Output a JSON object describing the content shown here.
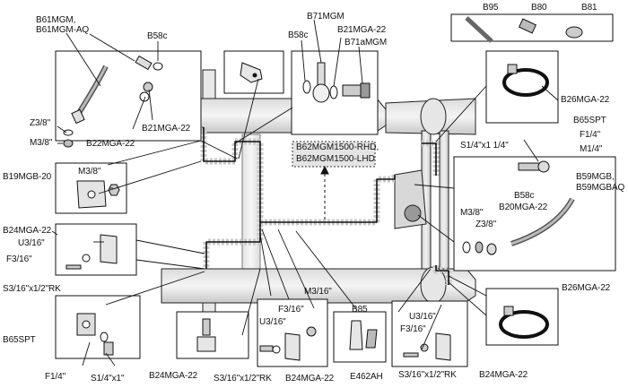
{
  "diagram": {
    "center_callout": [
      "B62MGM1500-RHD,",
      "B62MGM1500-LHD"
    ],
    "labels": {
      "b61mgm": "B61MGM,",
      "b61mgm_aq": "B61MGM-AQ",
      "b58c_top": "B58c",
      "b71mgm": "B71MGM",
      "b58c_mid": "B58c",
      "b21mga22_top": "B21MGA-22",
      "b71amgm": "B71aMGM",
      "b95": "B95",
      "b80": "B80",
      "b81": "B81",
      "z3_8_left": "Z3/8\"",
      "m3_8_left": "M3/8\"",
      "b21mga22_left": "B21MGA-22",
      "b22mga22": "B22MGA-22",
      "b26mga22_top": "B26MGA-22",
      "b65spt_right": "B65SPT",
      "s1_4x1_1_4": "S1/4\"x1 1/4\"",
      "f1_4_right": "F1/4\"",
      "m1_4": "M1/4\"",
      "b19mgb20": "B19MGB-20",
      "m3_8_b19": "M3/8\"",
      "b59mgb": "B59MGB,",
      "b59mgbaq": "B59MGBAQ",
      "b58c_right": "B58c",
      "b20mga22": "B20MGA-22",
      "m3_8_right": "M3/8\"",
      "z3_8_right": "Z3/8\"",
      "b24mga22_left": "B24MGA-22",
      "u3_16_left": "U3/16\"",
      "f3_16_left": "F3/16\"",
      "s3_16_left": "S3/16\"x1/2\"RK",
      "b26mga22_bottom": "B26MGA-22",
      "m3_16": "M3/16\"",
      "f3_16_mid": "F3/16\"",
      "u3_16_mid": "U3/16\"",
      "b85": "B85",
      "u3_16_right": "U3/16\"",
      "f3_16_right": "F3/16\"",
      "b65spt_left": "B65SPT",
      "f1_4_left": "F1/4\"",
      "s1_4x1": "S1/4\"x1\"",
      "b24mga22_b1": "B24MGA-22",
      "s3_16_b2": "S3/16\"x1/2\"RK",
      "b24mga22_b2": "B24MGA-22",
      "e462ah": "E462AH",
      "s3_16_b3": "S3/16\"x1/2\"RK",
      "b24mga22_b3": "B24MGA-22"
    }
  }
}
